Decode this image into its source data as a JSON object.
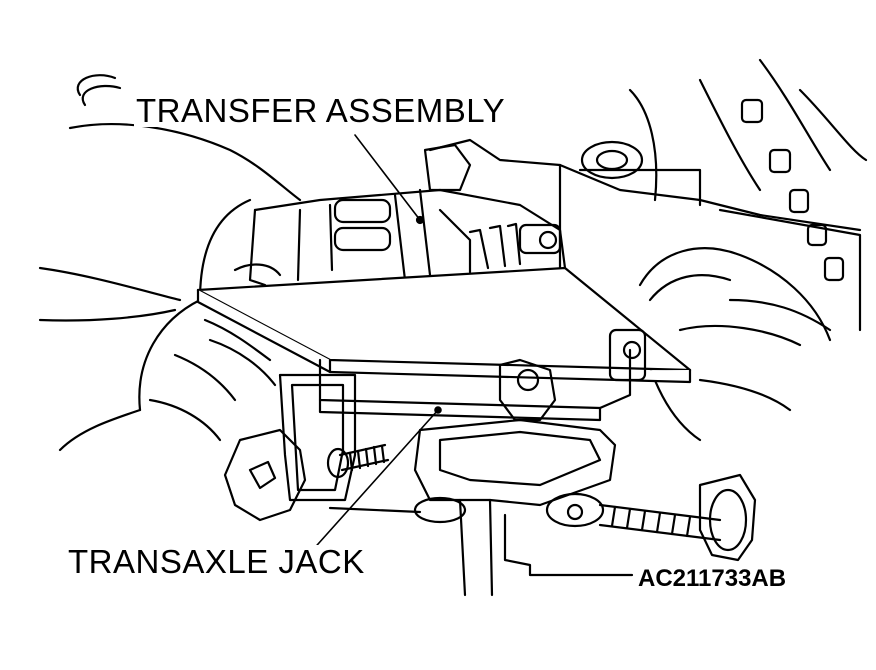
{
  "labels": {
    "transfer_assembly": "TRANSFER ASSEMBLY",
    "transaxle_jack": "TRANSAXLE JACK",
    "figure_code": "AC211733AB"
  },
  "colors": {
    "ink": "#000000",
    "paper": "#ffffff"
  }
}
